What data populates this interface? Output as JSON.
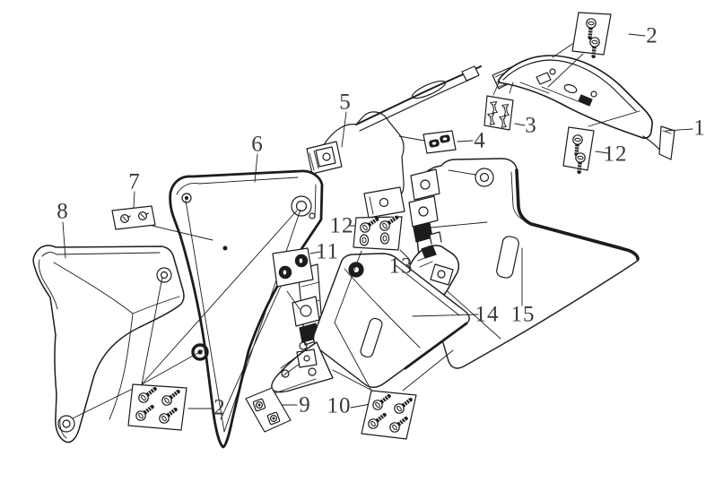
{
  "canvas": {
    "background": "#ffffff",
    "line_color": "#1c1c1c",
    "label_color": "#3a3a3a"
  },
  "callouts": {
    "c1": {
      "label": "1",
      "target_icon": "side-cover-panel-icon"
    },
    "c2_top": {
      "label": "2",
      "target_icon": "screw-plate-icon"
    },
    "c2_bottom": {
      "label": "2",
      "target_icon": "screw-plate-icon"
    },
    "c3": {
      "label": "3",
      "target_icon": "push-clip-plate-icon"
    },
    "c4": {
      "label": "4",
      "target_icon": "clip-plate-icon"
    },
    "c5": {
      "label": "5",
      "target_icon": "inner-bracket-icon"
    },
    "c6": {
      "label": "6",
      "target_icon": "fairing-panel-icon"
    },
    "c7": {
      "label": "7",
      "target_icon": "screw-plate-icon"
    },
    "c8": {
      "label": "8",
      "target_icon": "fairing-panel-icon"
    },
    "c9": {
      "label": "9",
      "target_icon": "square-nut-plate-icon"
    },
    "c10": {
      "label": "10",
      "target_icon": "screw-plate-icon"
    },
    "c11": {
      "label": "11",
      "target_icon": "grommet-plate-icon"
    },
    "c12_top": {
      "label": "12",
      "target_icon": "screw-plate-icon"
    },
    "c12_mid": {
      "label": "12",
      "target_icon": "screw-grommet-plate-icon"
    },
    "c13": {
      "label": "13",
      "target_icon": "mount-bracket-icon"
    },
    "c14": {
      "label": "14",
      "target_icon": "lower-panel-icon"
    },
    "c15": {
      "label": "15",
      "target_icon": "side-panel-icon"
    }
  }
}
